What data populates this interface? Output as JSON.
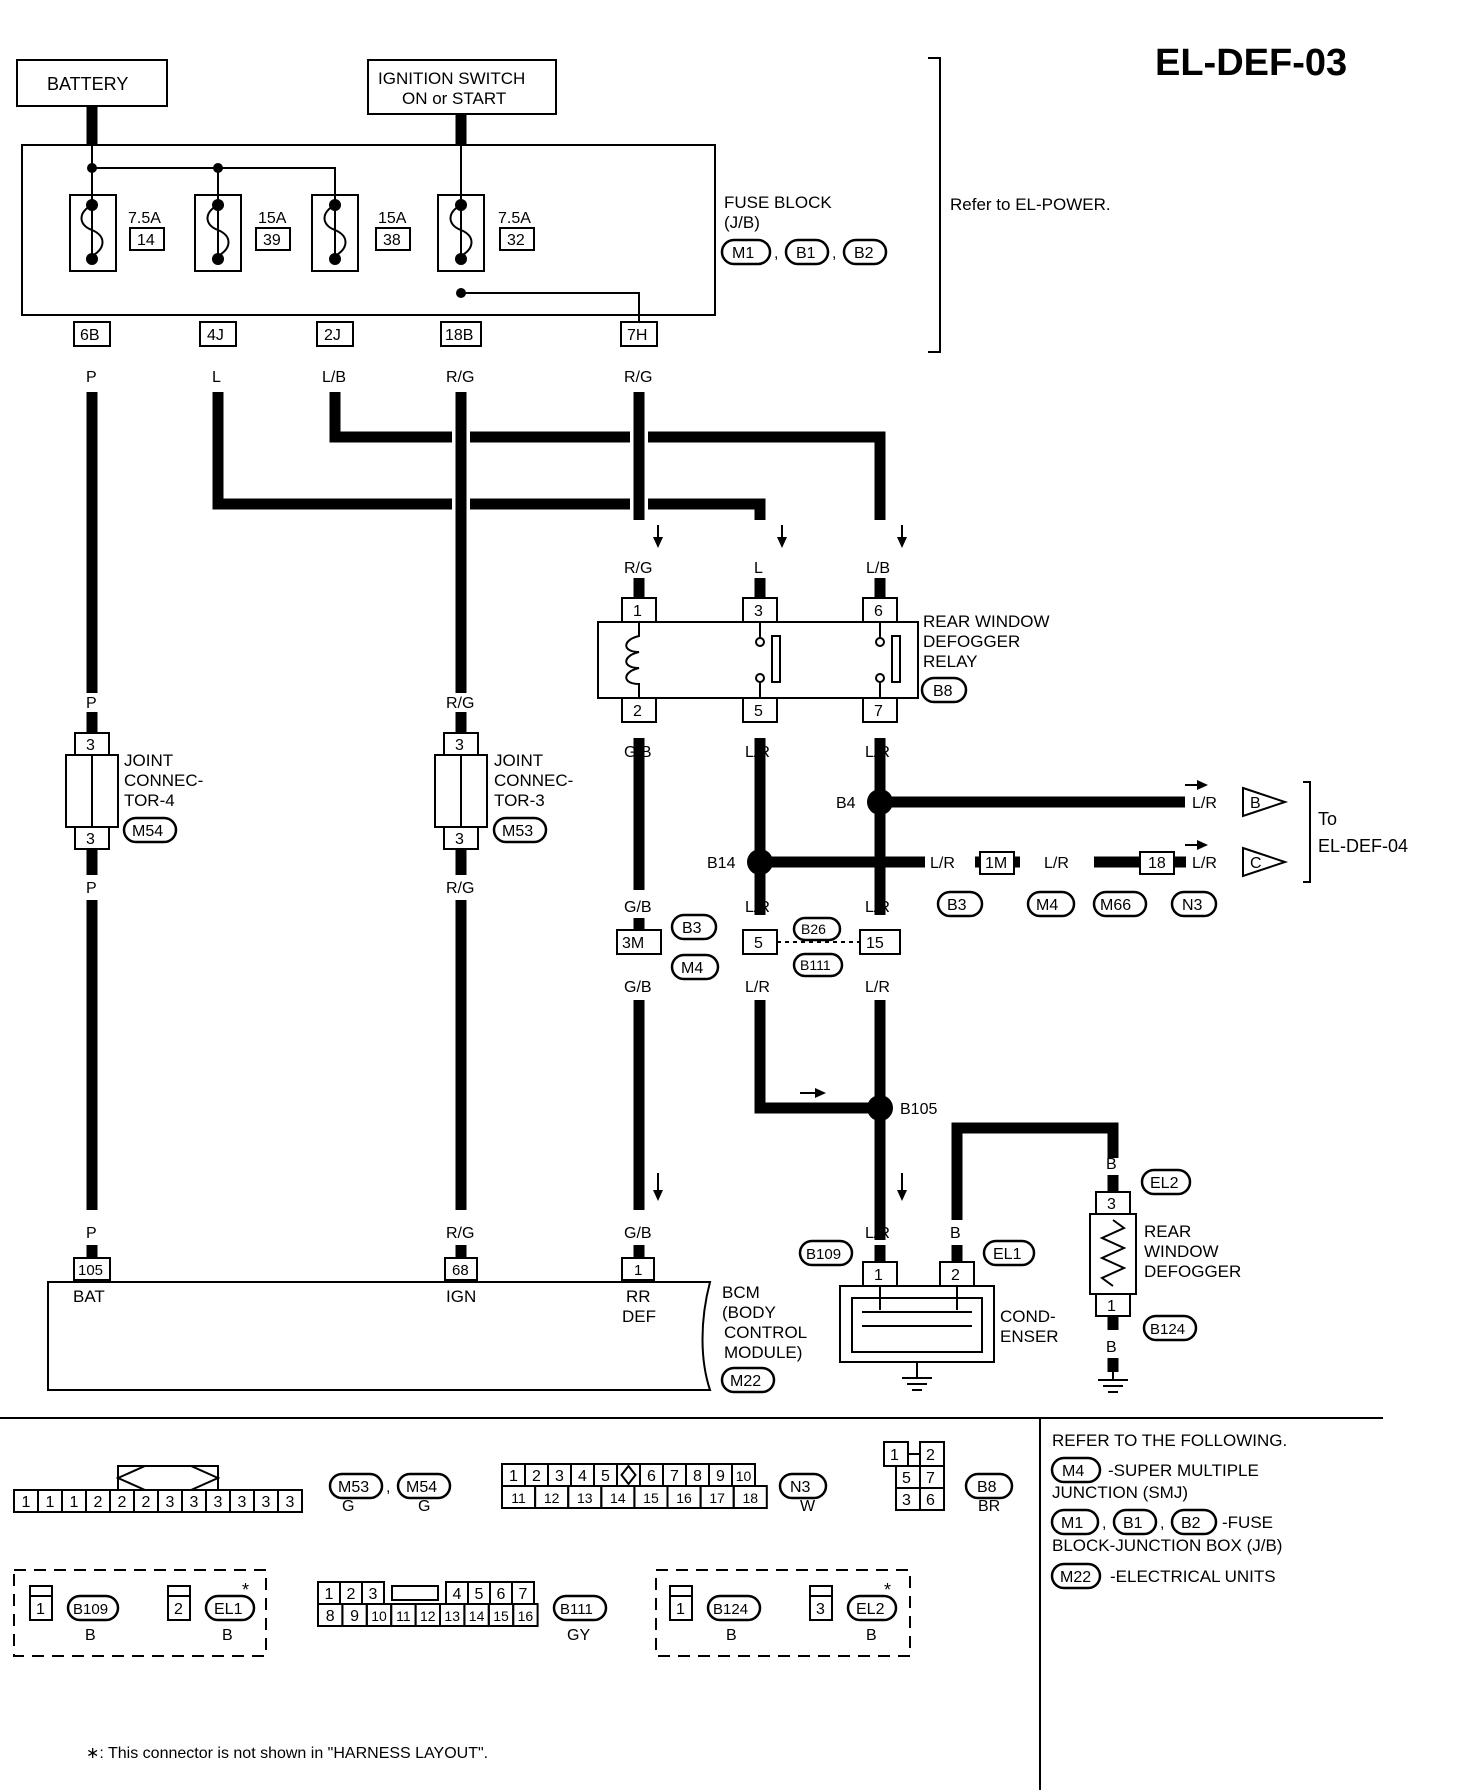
{
  "page": {
    "title": "EL-DEF-03"
  },
  "sources": {
    "battery": "BATTERY",
    "ign_line1": "IGNITION SWITCH",
    "ign_line2": "ON or START"
  },
  "fuse_block": {
    "line1": "FUSE BLOCK",
    "line2": "(J/B)",
    "refer": "Refer to EL-POWER.",
    "connectors": [
      "M1",
      "B1",
      "B2"
    ],
    "fuses": [
      {
        "amp": "7.5A",
        "num": "14"
      },
      {
        "amp": "15A",
        "num": "39"
      },
      {
        "amp": "15A",
        "num": "38"
      },
      {
        "amp": "7.5A",
        "num": "32"
      }
    ],
    "terminals": [
      "6B",
      "4J",
      "2J",
      "18B",
      "7H"
    ]
  },
  "wire_colors": {
    "p": "P",
    "l": "L",
    "lb": "L/B",
    "rg": "R/G",
    "gb": "G/B",
    "lr": "L/R",
    "b": "B"
  },
  "relay": {
    "line1": "REAR WINDOW",
    "line2": "DEFOGGER",
    "line3": "RELAY",
    "connector": "B8",
    "pins_top": [
      "1",
      "3",
      "6"
    ],
    "pins_bottom": [
      "2",
      "5",
      "7"
    ]
  },
  "joint4": {
    "line1": "JOINT",
    "line2": "CONNEC-",
    "line3": "TOR-4",
    "connector": "M54",
    "pin": "3"
  },
  "joint3": {
    "line1": "JOINT",
    "line2": "CONNEC-",
    "line3": "TOR-3",
    "connector": "M53",
    "pin": "3"
  },
  "splices": {
    "b4": "B4",
    "b14": "B14",
    "b105": "B105"
  },
  "to_def04": {
    "letter_b": "B",
    "letter_c": "C",
    "line1": "To",
    "line2": "EL-DEF-04"
  },
  "inline": {
    "c1m": "1M",
    "c18": "18",
    "c3m": "3M",
    "c5": "5",
    "c15": "15",
    "b3": "B3",
    "m4": "M4",
    "m66": "M66",
    "n3": "N3",
    "b26": "B26",
    "b111": "B111"
  },
  "bcm": {
    "line1": "BCM",
    "line2": "(BODY",
    "line3": "CONTROL",
    "line4": "MODULE)",
    "connector": "M22",
    "pins": [
      {
        "num": "105",
        "label": "BAT"
      },
      {
        "num": "68",
        "label": "IGN"
      },
      {
        "num": "1",
        "label1": "RR",
        "label2": "DEF"
      }
    ]
  },
  "condenser": {
    "line1": "COND-",
    "line2": "ENSER",
    "conn_a": "B109",
    "conn_b": "EL1",
    "pin1": "1",
    "pin2": "2"
  },
  "defogger": {
    "line1": "REAR",
    "line2": "WINDOW",
    "line3": "DEFOGGER",
    "conn_top": "EL2",
    "conn_bottom": "B124",
    "pin_top": "3",
    "pin_bottom": "1"
  },
  "legend": {
    "refer": "REFER TO THE FOLLOWING.",
    "m4": "M4",
    "m4_text1": "-SUPER MULTIPLE",
    "m4_text2": "JUNCTION (SMJ)",
    "m1": "M1",
    "b1": "B1",
    "b2": "B2",
    "fuse_text1": "-FUSE",
    "fuse_text2": "BLOCK-JUNCTION BOX (J/B)",
    "m22": "M22",
    "m22_text": "-ELECTRICAL UNITS"
  },
  "connector_views": {
    "jc": {
      "cells": [
        "1",
        "1",
        "1",
        "2",
        "2",
        "2",
        "3",
        "3",
        "3",
        "3",
        "3",
        "3"
      ],
      "a": "M53",
      "b": "M54",
      "color_a": "G",
      "color_b": "G"
    },
    "n3": {
      "row1": [
        "1",
        "2",
        "3",
        "4",
        "5",
        "",
        "6",
        "7",
        "8",
        "9",
        "10"
      ],
      "row2": [
        "11",
        "12",
        "13",
        "14",
        "15",
        "16",
        "17",
        "18"
      ],
      "name": "N3",
      "color": "W"
    },
    "b8": {
      "cells": [
        "1",
        "2",
        "5",
        "7",
        "3",
        "6"
      ],
      "name": "B8",
      "color": "BR"
    },
    "b109": {
      "pin": "1",
      "name": "B109",
      "color": "B"
    },
    "el1": {
      "pin": "2",
      "name": "EL1",
      "color": "B"
    },
    "b111": {
      "row1": [
        "1",
        "2",
        "3",
        "4",
        "5",
        "6",
        "7"
      ],
      "row2": [
        "8",
        "9",
        "10",
        "11",
        "12",
        "13",
        "14",
        "15",
        "16"
      ],
      "name": "B111",
      "color": "GY"
    },
    "b124": {
      "pin": "1",
      "name": "B124",
      "color": "B"
    },
    "el2": {
      "pin": "3",
      "name": "EL2",
      "color": "B"
    }
  },
  "note": "∗: This connector is not shown in \"HARNESS LAYOUT\"."
}
